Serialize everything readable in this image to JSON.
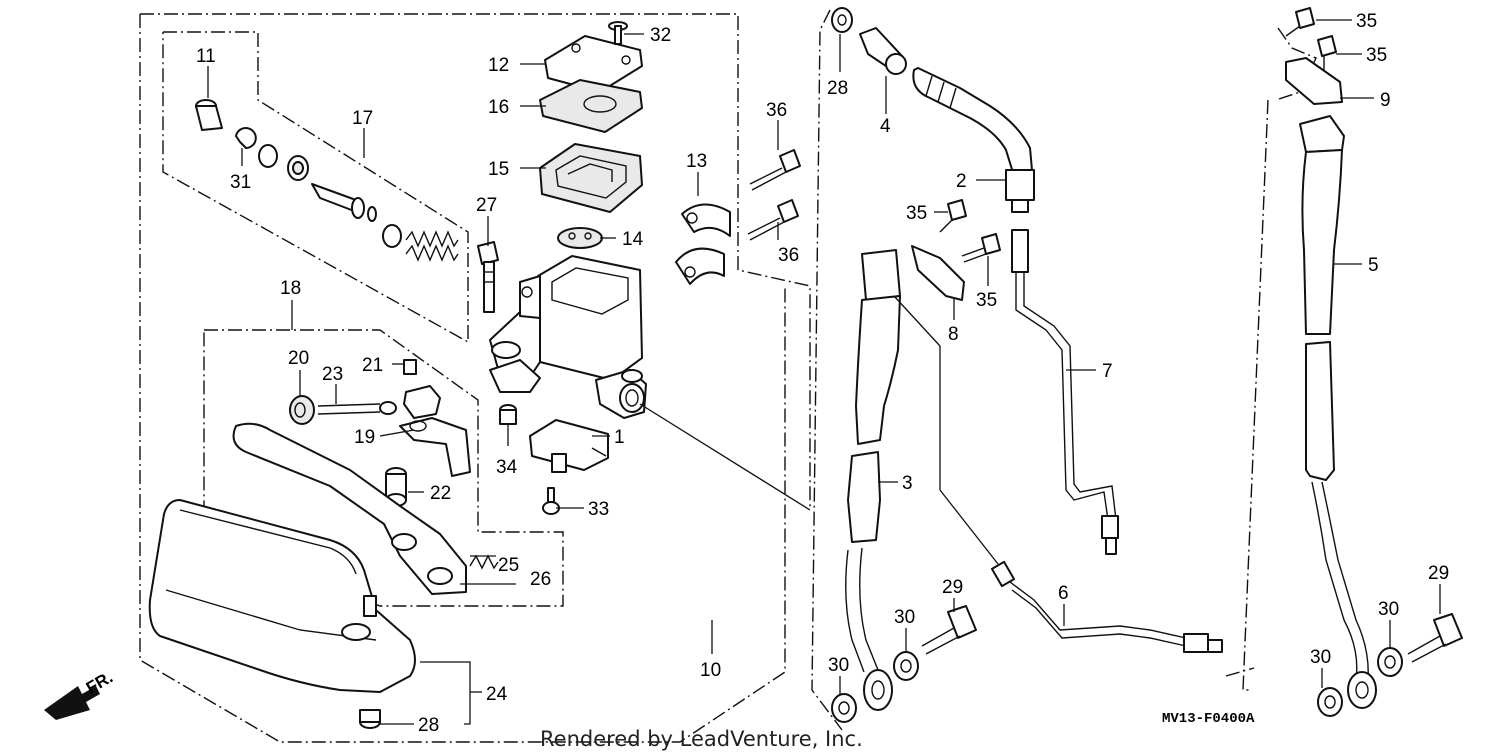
{
  "diagram": {
    "callouts": [
      "32",
      "12",
      "16",
      "15",
      "13",
      "14",
      "27",
      "11",
      "17",
      "31",
      "36",
      "36",
      "28",
      "4",
      "2",
      "35",
      "35",
      "8",
      "7",
      "35",
      "35",
      "9",
      "5",
      "3",
      "1",
      "34",
      "33",
      "18",
      "20",
      "21",
      "23",
      "19",
      "22",
      "25",
      "26",
      "10",
      "24",
      "28",
      "6",
      "29",
      "30",
      "30",
      "29",
      "30",
      "30"
    ],
    "drawing_code": "MV13-F0400A",
    "credit": "Rendered by LeadVenture, Inc.",
    "front_arrow": "FR."
  }
}
